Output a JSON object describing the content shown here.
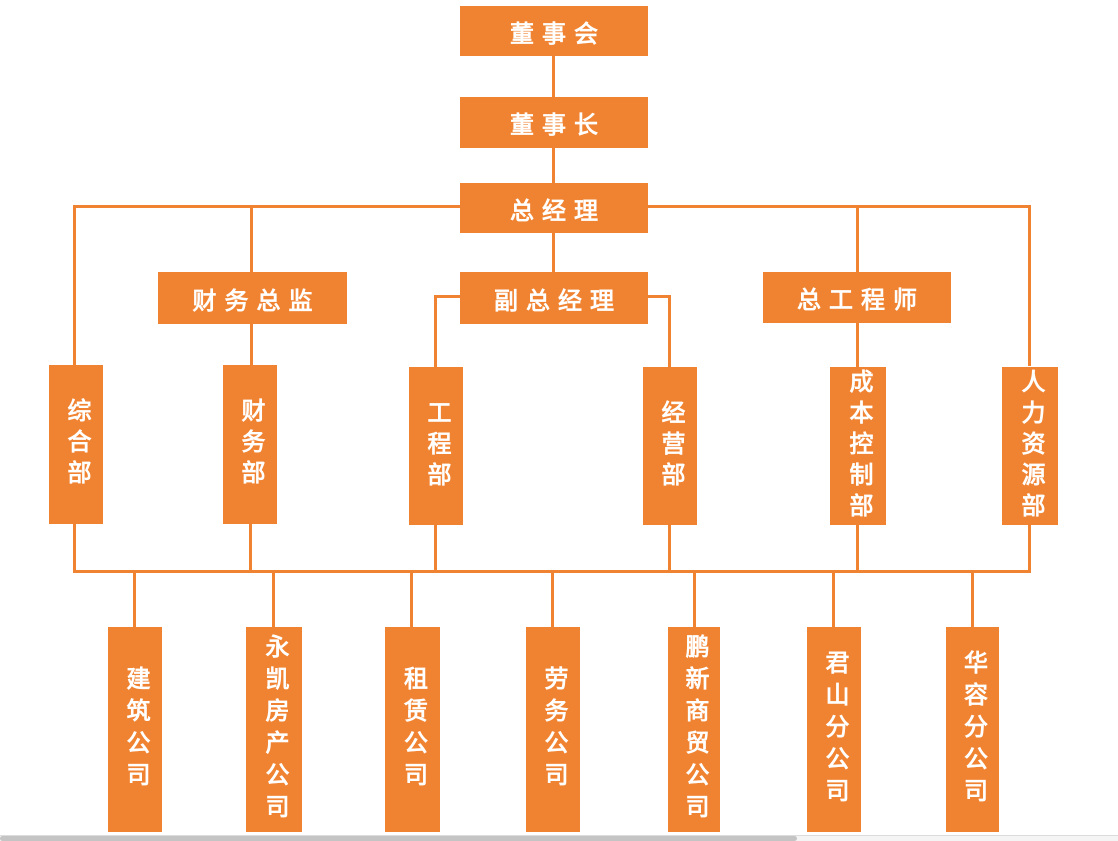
{
  "org": {
    "board": "董事会",
    "chairman": "董事长",
    "general_manager": "总经理",
    "finance_director": "财务总监",
    "deputy_general_manager": "副总经理",
    "chief_engineer": "总工程师",
    "departments": [
      {
        "label": "综合部"
      },
      {
        "label": "财务部"
      },
      {
        "label": "工程部"
      },
      {
        "label": "经营部"
      },
      {
        "label": "成本控制部"
      },
      {
        "label": "人力资源部"
      }
    ],
    "companies": [
      {
        "label": "建筑公司"
      },
      {
        "label": "永凯房产公司"
      },
      {
        "label": "租赁公司"
      },
      {
        "label": "劳务公司"
      },
      {
        "label": "鹏新商贸公司"
      },
      {
        "label": "君山分公司"
      },
      {
        "label": "华容分公司"
      }
    ]
  },
  "colors": {
    "node_fill": "#F08331",
    "connector": "#F08331",
    "node_text": "#FFFFFF"
  }
}
